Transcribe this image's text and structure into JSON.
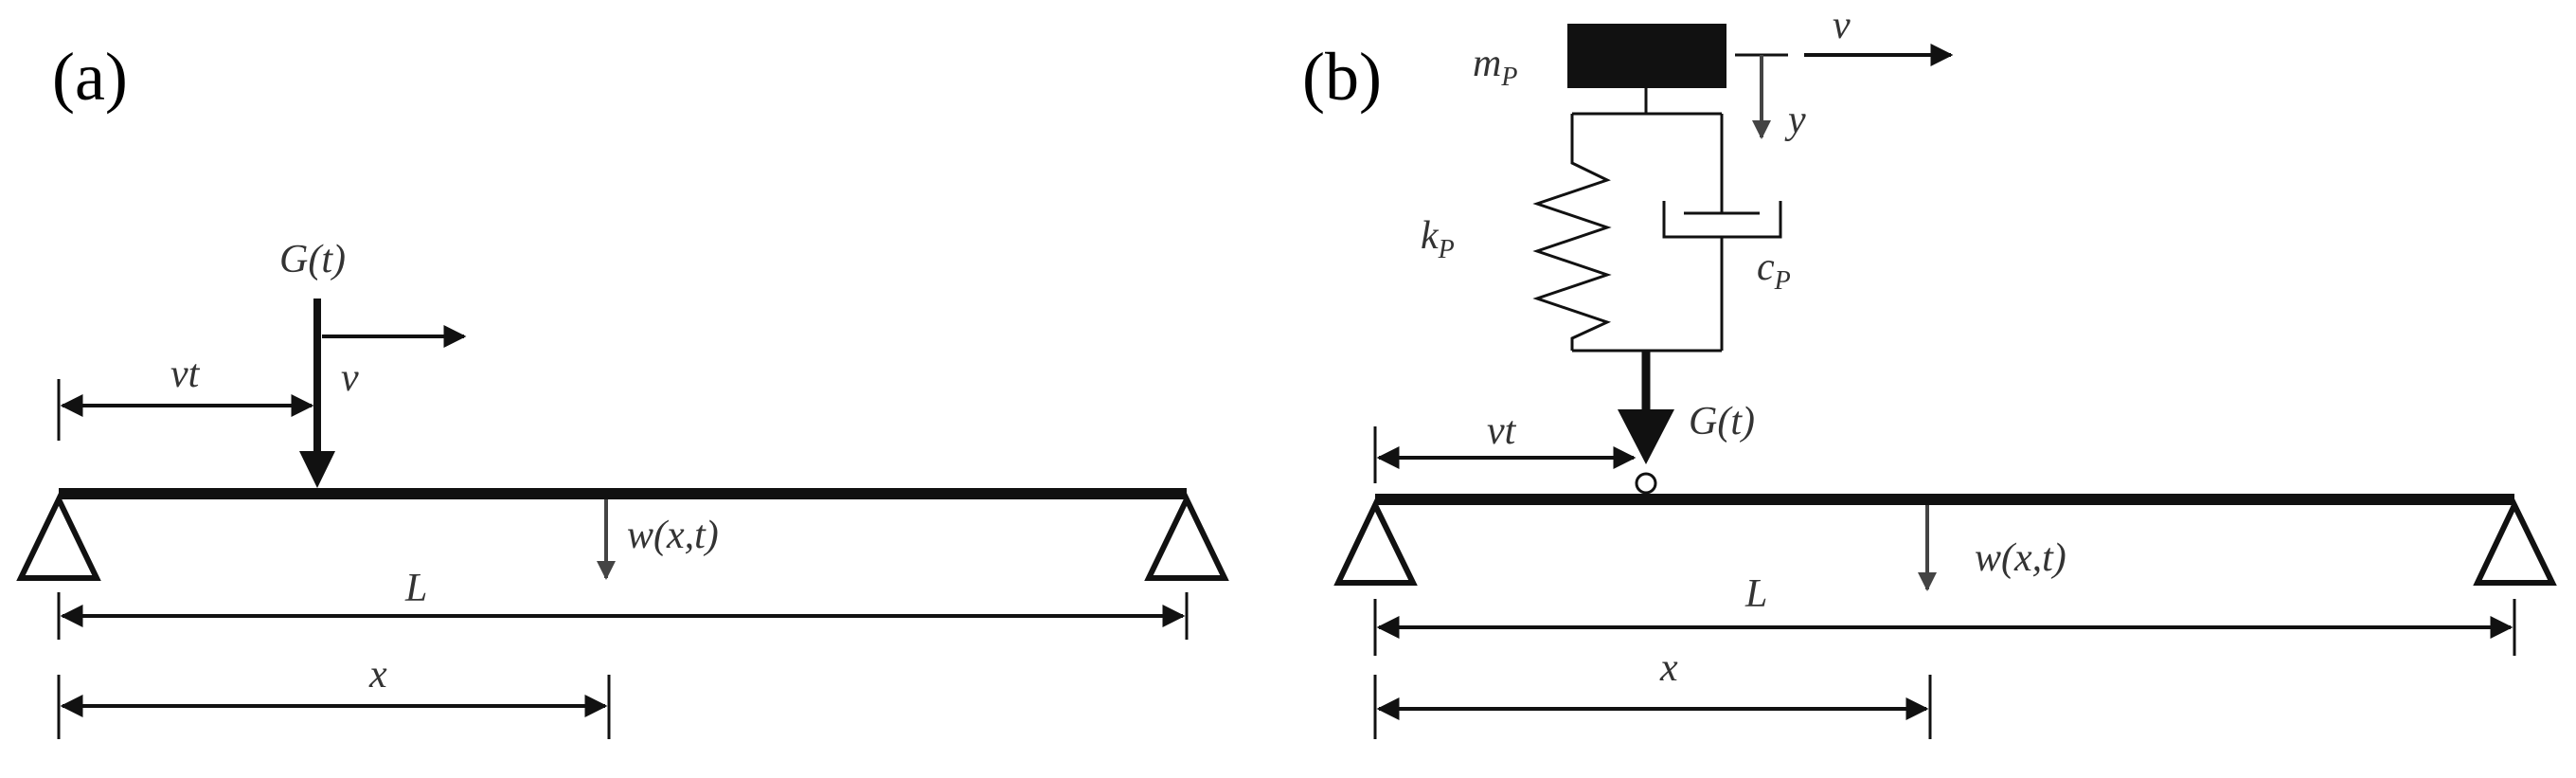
{
  "panel_a": {
    "label": "(a)",
    "load_label": "G(t)",
    "velocity_label": "v",
    "position_label": "vt",
    "deflection_label": "w(x,t)",
    "length_label": "L",
    "coordinate_label": "x"
  },
  "panel_b": {
    "label": "(b)",
    "mass_label": "m",
    "mass_subscript": "P",
    "velocity_label": "v",
    "displacement_label": "y",
    "spring_label": "k",
    "spring_subscript": "P",
    "damper_label": "c",
    "damper_subscript": "P",
    "load_label": "G(t)",
    "position_label": "vt",
    "deflection_label": "w(x,t)",
    "length_label": "L",
    "coordinate_label": "x"
  }
}
